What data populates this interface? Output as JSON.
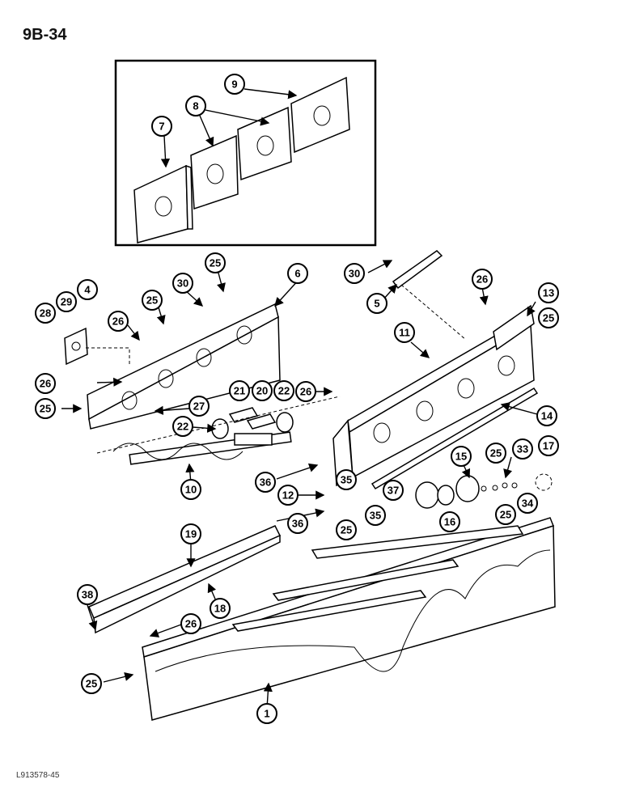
{
  "page": {
    "page_number": "9B-34",
    "figure_code": "L913578-45"
  },
  "callouts": {
    "c1": "1",
    "c4": "4",
    "c5": "5",
    "c6": "6",
    "c7": "7",
    "c8": "8",
    "c9": "9",
    "c10": "10",
    "c11": "11",
    "c12": "12",
    "c13": "13",
    "c14": "14",
    "c15": "15",
    "c16": "16",
    "c17": "17",
    "c18": "18",
    "c19": "19",
    "c20": "20",
    "c21": "21",
    "c22": "22",
    "c25": "25",
    "c26": "26",
    "c27": "27",
    "c28": "28",
    "c29": "29",
    "c30": "30",
    "c33": "33",
    "c34": "34",
    "c35": "35",
    "c36": "36",
    "c37": "37",
    "c38": "38"
  }
}
